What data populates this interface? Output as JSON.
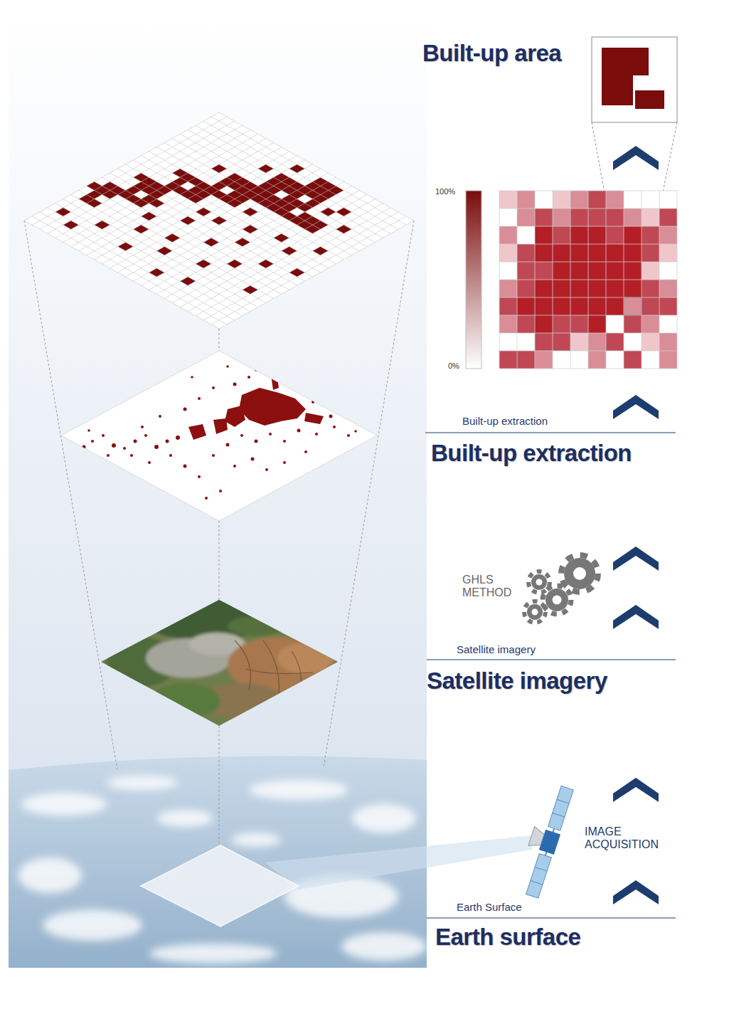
{
  "diagram": {
    "labels": [
      "Built-up area",
      "100%",
      "0%",
      "Built-up extraction",
      "Built-up extraction",
      "GHLS METHOD",
      "Satellite imagery",
      "Satellite imagery",
      "IMAGE ACQUISITION",
      "Earth Surface",
      "Earth surface"
    ]
  }
}
